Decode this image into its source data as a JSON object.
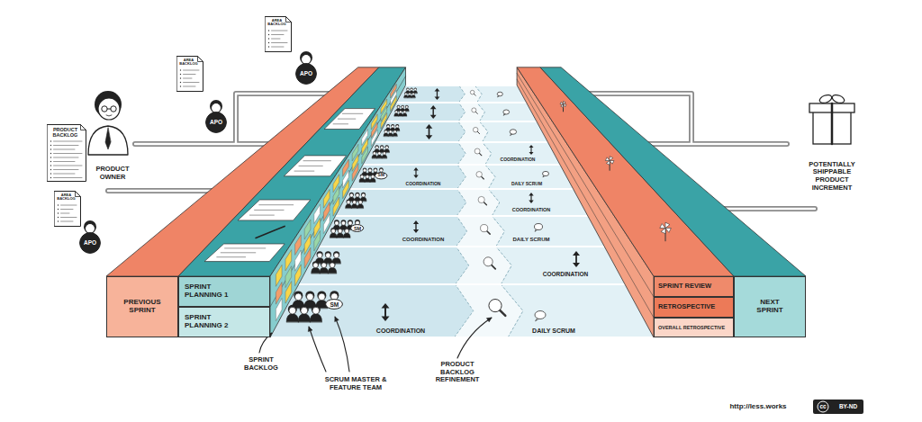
{
  "diagram": {
    "nodes": [
      {
        "text": [
          "PRODUCT BACKLOG"
        ]
      },
      {
        "text": [
          "AREA BACKLOG"
        ]
      },
      {
        "text": [
          "APO"
        ]
      },
      {
        "text": [
          "AREA BACKLOG"
        ]
      },
      {
        "text": [
          "APO"
        ]
      },
      {
        "text": [
          "AREA BACKLOG"
        ]
      },
      {
        "text": [
          "APO"
        ]
      },
      {
        "text": [
          "PREVIOUS SPRINT"
        ]
      },
      {
        "text": [
          "SPRINT PLANNING 1"
        ]
      },
      {
        "text": [
          "SPRINT PLANNING 2"
        ]
      },
      {
        "text": [
          "SM"
        ]
      },
      {
        "text": [
          "SM"
        ]
      },
      {
        "text": [
          "SM"
        ]
      },
      {
        "text": [
          "SPRINT REVIEW"
        ]
      },
      {
        "text": [
          "RETROSPECTIVE"
        ]
      },
      {
        "text": [
          "OVERALL RETROSPECTIVE"
        ]
      },
      {
        "text": [
          "NEXT SPRINT"
        ]
      }
    ],
    "labels": [
      "PRODUCT OWNER",
      "POTENTIALLY SHIPPABLE PRODUCT INCREMENT",
      "COORDINATION",
      "COORDINATION",
      "DAILY SCRUM",
      "COORDINATION",
      "COORDINATION",
      "DAILY SCRUM",
      "COORDINATION",
      "COORDINATION",
      "DAILY SCRUM",
      "SPRINT BACKLOG",
      "SCRUM MASTER & FEATURE TEAM",
      "PRODUCT BACKLOG REFINEMENT",
      "http://less.works",
      "cc",
      "BY-ND"
    ]
  }
}
